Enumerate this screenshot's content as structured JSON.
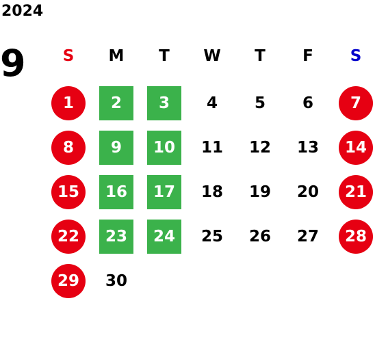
{
  "calendar": {
    "year": "2024",
    "month": "9",
    "weekdays": [
      {
        "label": "S",
        "color": "#e60012"
      },
      {
        "label": "M",
        "color": "#000000"
      },
      {
        "label": "T",
        "color": "#000000"
      },
      {
        "label": "W",
        "color": "#000000"
      },
      {
        "label": "T",
        "color": "#000000"
      },
      {
        "label": "F",
        "color": "#000000"
      },
      {
        "label": "S",
        "color": "#0000cc"
      }
    ],
    "legend_colors": {
      "holiday": "#e60012",
      "open": "#3bb24b"
    },
    "weeks": [
      [
        {
          "day": "1",
          "type": "holiday"
        },
        {
          "day": "2",
          "type": "open"
        },
        {
          "day": "3",
          "type": "open"
        },
        {
          "day": "4",
          "type": "normal"
        },
        {
          "day": "5",
          "type": "normal"
        },
        {
          "day": "6",
          "type": "normal"
        },
        {
          "day": "7",
          "type": "holiday"
        }
      ],
      [
        {
          "day": "8",
          "type": "holiday"
        },
        {
          "day": "9",
          "type": "open"
        },
        {
          "day": "10",
          "type": "open"
        },
        {
          "day": "11",
          "type": "normal"
        },
        {
          "day": "12",
          "type": "normal"
        },
        {
          "day": "13",
          "type": "normal"
        },
        {
          "day": "14",
          "type": "holiday"
        }
      ],
      [
        {
          "day": "15",
          "type": "holiday"
        },
        {
          "day": "16",
          "type": "open"
        },
        {
          "day": "17",
          "type": "open"
        },
        {
          "day": "18",
          "type": "normal"
        },
        {
          "day": "19",
          "type": "normal"
        },
        {
          "day": "20",
          "type": "normal"
        },
        {
          "day": "21",
          "type": "holiday"
        }
      ],
      [
        {
          "day": "22",
          "type": "holiday"
        },
        {
          "day": "23",
          "type": "open"
        },
        {
          "day": "24",
          "type": "open"
        },
        {
          "day": "25",
          "type": "normal"
        },
        {
          "day": "26",
          "type": "normal"
        },
        {
          "day": "27",
          "type": "normal"
        },
        {
          "day": "28",
          "type": "holiday"
        }
      ],
      [
        {
          "day": "29",
          "type": "holiday"
        },
        {
          "day": "30",
          "type": "normal"
        }
      ]
    ]
  }
}
